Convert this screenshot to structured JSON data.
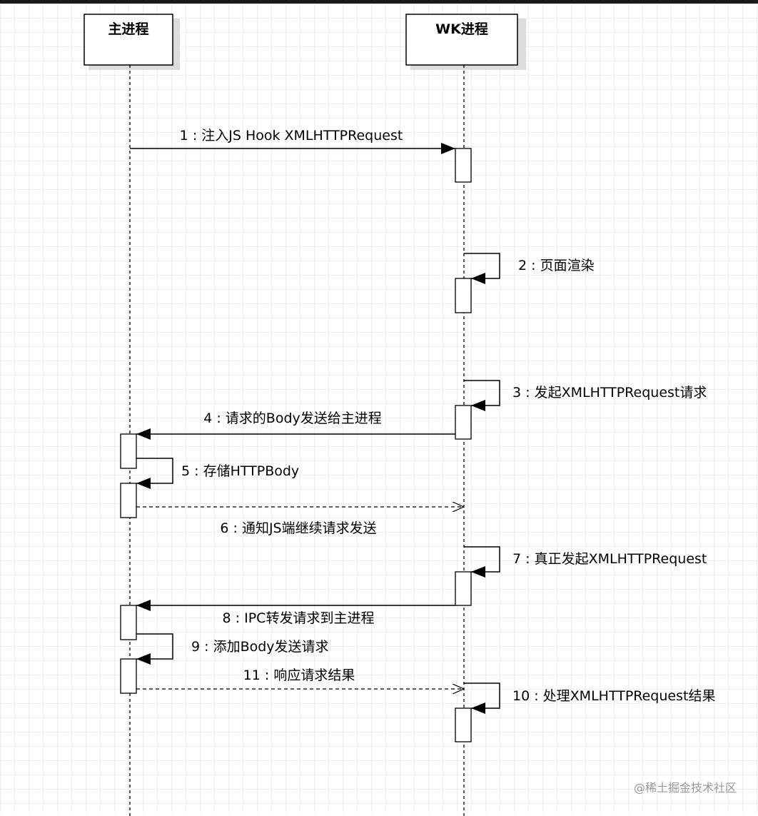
{
  "actors": [
    {
      "name": "主进程"
    },
    {
      "name": "WK进程"
    }
  ],
  "messages": [
    {
      "label": "1 : 注入JS Hook XMLHTTPRequest"
    },
    {
      "label": "2 : 页面渲染"
    },
    {
      "label": "3 : 发起XMLHTTPRequest请求"
    },
    {
      "label": "4 : 请求的Body发送给主进程"
    },
    {
      "label": "5 : 存储HTTPBody"
    },
    {
      "label": "6 : 通知JS端继续请求发送"
    },
    {
      "label": "7 : 真正发起XMLHTTPRequest"
    },
    {
      "label": "8 : IPC转发请求到主进程"
    },
    {
      "label": "9 : 添加Body发送请求"
    },
    {
      "label": "10 : 处理XMLHTTPRequest结果"
    },
    {
      "label": "11 : 响应请求结果"
    }
  ],
  "watermark": {
    "text": "@稀土掘金技术社区"
  },
  "colors": {
    "line": "#000000",
    "box_fill": "#ffffff",
    "shadow": "#dcdcdc",
    "grid": "#eeeeee",
    "watermark": "#999999"
  }
}
